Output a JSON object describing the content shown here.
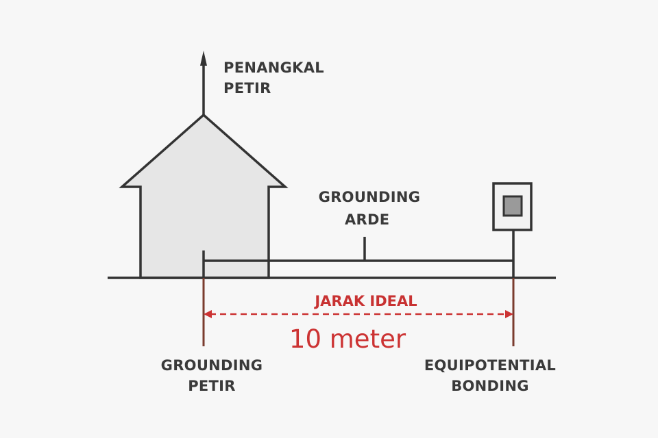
{
  "labels": {
    "lightning_rod": [
      "PENANGKAL",
      "PETIR"
    ],
    "grounding_arde": [
      "GROUNDING",
      "ARDE"
    ],
    "ideal_distance": "JARAK IDEAL",
    "distance_value": "10 meter",
    "grounding_petir": [
      "GROUNDING",
      "PETIR"
    ],
    "equipotential_bonding": [
      "EQUIPOTENTIAL",
      "BONDING"
    ]
  },
  "colors": {
    "background": "#f7f7f7",
    "stroke": "#333333",
    "house_fill": "#e6e6e6",
    "ground_rod": "#7a3b2e",
    "accent_red": "#cc3333",
    "box_inner": "#9a9a9a",
    "box_fill": "#f2f2f2"
  }
}
